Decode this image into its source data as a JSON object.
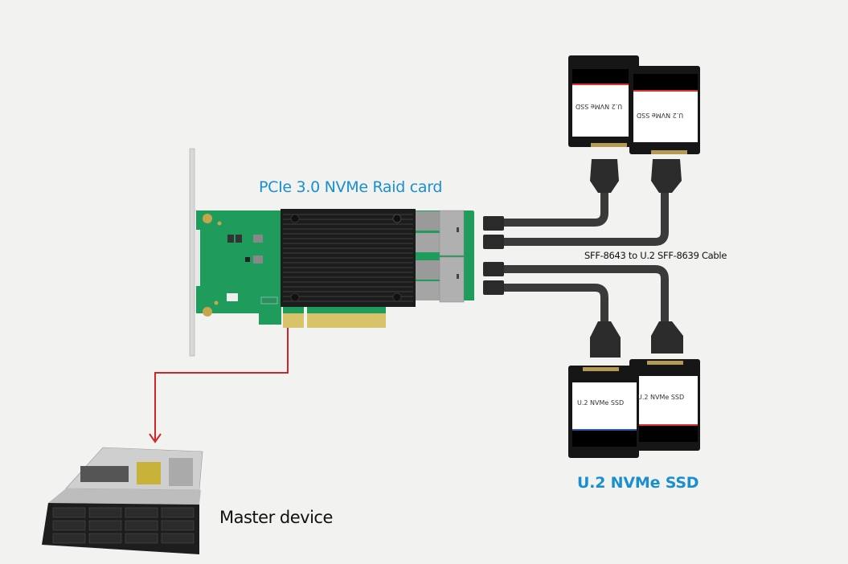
{
  "title": "PCIe 3.0 NVMe Raid card connection diagram",
  "labels": {
    "raid_card": "PCIe 3.0 NVMe Raid card",
    "cable": "SFF-8643 to U.2 SFF-8639 Cable",
    "ssd_group": "U.2 NVMe SSD",
    "master": "Master device"
  },
  "ssds": [
    {
      "label": "U.2 NVMe SSD",
      "orientation": "upside-down"
    },
    {
      "label": "U.2 NVMe SSD",
      "orientation": "upside-down"
    },
    {
      "label": "U.2 NVMe SSD",
      "orientation": "upright"
    },
    {
      "label": "U.2 NVMe SSD",
      "orientation": "upright"
    }
  ],
  "colors": {
    "background": "#f2f2f1",
    "accent_blue": "#1a8fd0",
    "arrow_red": "#d0262b",
    "pcb_green": "#1e9a5a",
    "heatsink": "#1a1a1a"
  },
  "connections": [
    {
      "from": "raid_card",
      "to": "master_device",
      "style": "red-arrow"
    },
    {
      "from": "raid_card",
      "to": "ssd_top",
      "count": 2,
      "via": "cable"
    },
    {
      "from": "raid_card",
      "to": "ssd_bottom",
      "count": 2,
      "via": "cable"
    }
  ]
}
